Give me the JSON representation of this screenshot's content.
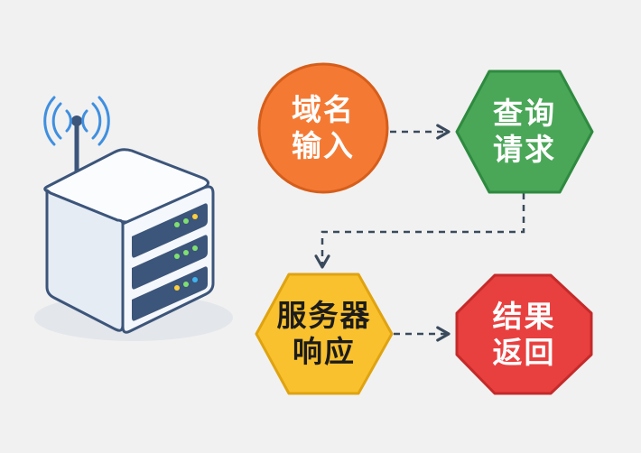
{
  "nodes": [
    {
      "id": "domain-input",
      "line1": "域名",
      "line2": "输入",
      "shape": "circle",
      "fill": "#f47a34",
      "stroke": "#d65e1a",
      "text_color": "#ffffff"
    },
    {
      "id": "query-request",
      "line1": "查询",
      "line2": "请求",
      "shape": "hexagon",
      "fill": "#4aa758",
      "stroke": "#2e8a3f",
      "text_color": "#ffffff"
    },
    {
      "id": "server-response",
      "line1": "服务器",
      "line2": "响应",
      "shape": "hexagon",
      "fill": "#fac12e",
      "stroke": "#e0a310",
      "text_color": "#1c1c1c"
    },
    {
      "id": "result-return",
      "line1": "结果",
      "line2": "返回",
      "shape": "octagon",
      "fill": "#e8403f",
      "stroke": "#c52a2a",
      "text_color": "#ffffff"
    }
  ],
  "connectors": [
    {
      "from": "domain-input",
      "to": "query-request",
      "style": "dashed-arrow"
    },
    {
      "from": "query-request",
      "to": "server-response",
      "style": "dashed-arrow"
    },
    {
      "from": "server-response",
      "to": "result-return",
      "style": "dashed-arrow"
    }
  ],
  "icons": {
    "server": "server-router-icon",
    "signal": "wifi-signal-icon"
  },
  "colors": {
    "background": "#f1f1f1",
    "connector": "#3a4a5c",
    "signal": "#3f8fe0",
    "server_body": "#f4f7fb",
    "server_bay": "#3c557a"
  }
}
